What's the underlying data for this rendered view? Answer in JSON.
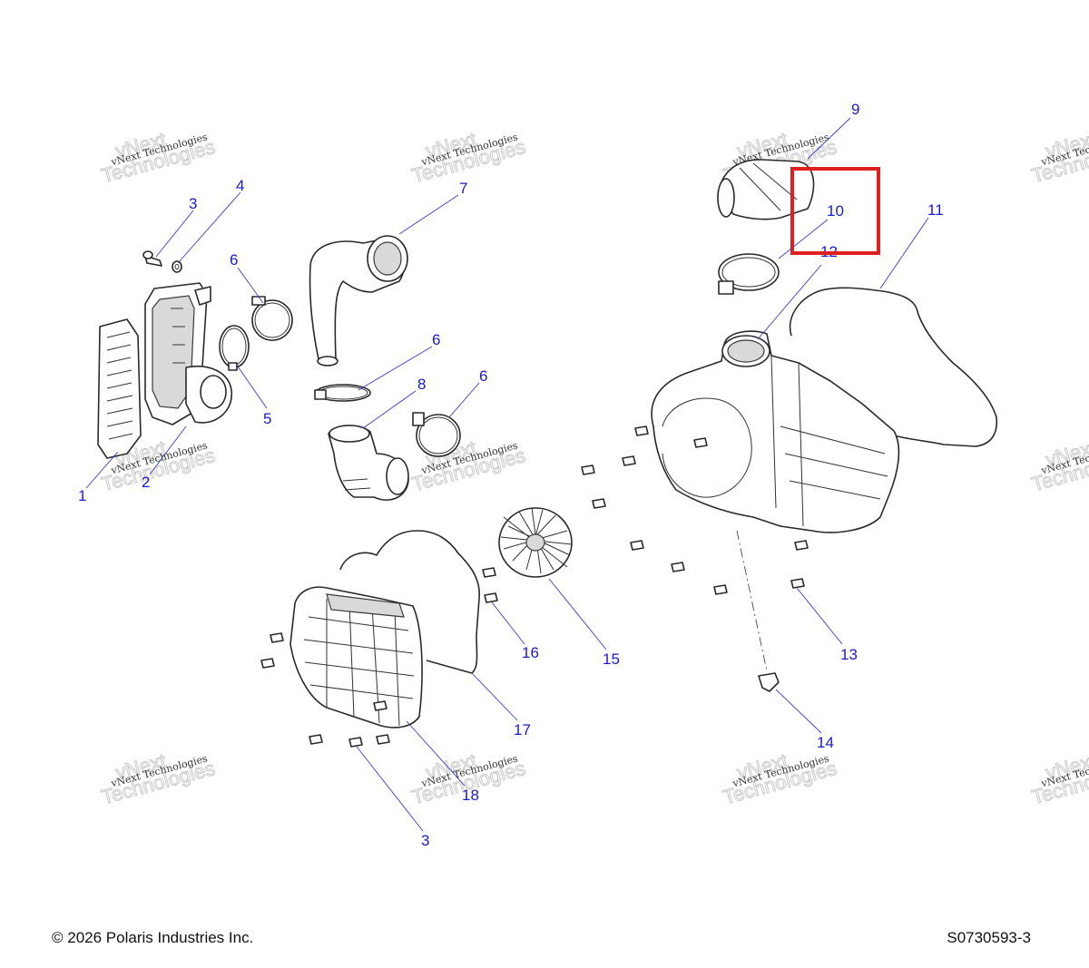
{
  "callouts": [
    {
      "id": "c1",
      "label": "1"
    },
    {
      "id": "c2",
      "label": "2"
    },
    {
      "id": "c3a",
      "label": "3"
    },
    {
      "id": "c4",
      "label": "4"
    },
    {
      "id": "c5",
      "label": "5"
    },
    {
      "id": "c6a",
      "label": "6"
    },
    {
      "id": "c6b",
      "label": "6"
    },
    {
      "id": "c6c",
      "label": "6"
    },
    {
      "id": "c7",
      "label": "7"
    },
    {
      "id": "c8",
      "label": "8"
    },
    {
      "id": "c9",
      "label": "9"
    },
    {
      "id": "c10",
      "label": "10"
    },
    {
      "id": "c11",
      "label": "11"
    },
    {
      "id": "c12",
      "label": "12"
    },
    {
      "id": "c13",
      "label": "13"
    },
    {
      "id": "c14",
      "label": "14"
    },
    {
      "id": "c15",
      "label": "15"
    },
    {
      "id": "c16",
      "label": "16"
    },
    {
      "id": "c17",
      "label": "17"
    },
    {
      "id": "c18",
      "label": "18"
    },
    {
      "id": "c3b",
      "label": "3"
    }
  ],
  "watermark": {
    "line1": "vNext Technologies",
    "line2": "vNext",
    "line3": "Technologies"
  },
  "highlight_color": "#e02020",
  "callout_color": "#1a1ad0",
  "footer": {
    "copyright": "© 2026 Polaris Industries Inc.",
    "drawing_number": "S0730593-3"
  }
}
